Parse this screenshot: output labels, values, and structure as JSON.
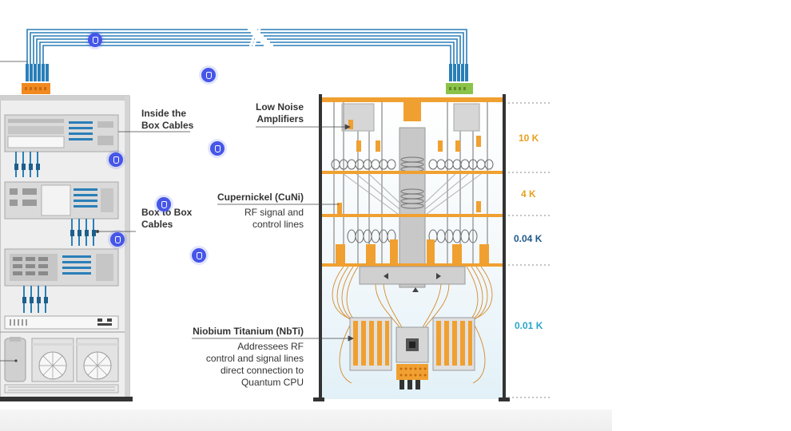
{
  "labels": {
    "inside_cables": [
      "Inside the",
      "Box Cables"
    ],
    "box_to_box": [
      "Box to Box",
      "Cables"
    ],
    "lna": [
      "Low Noise",
      "Amplifiers"
    ],
    "cuni_title": "Cupernickel (CuNi)",
    "cuni_desc": [
      "RF signal and",
      "control lines"
    ],
    "nbti_title": "Niobium Titanium (NbTi)",
    "nbti_desc": [
      "Addressees RF",
      "control and signal lines",
      "direct connection to",
      "Quantum CPU"
    ]
  },
  "temperatures": [
    {
      "label": "10 K",
      "color": "#e8a020"
    },
    {
      "label": "4 K",
      "color": "#e8a020"
    },
    {
      "label": "0.04 K",
      "color": "#1f5a8a"
    },
    {
      "label": "0.01 K",
      "color": "#2aa6c8"
    }
  ],
  "colors": {
    "cable": "#2a7fb8",
    "orange": "#f0a030",
    "rack": "#d8d8d8",
    "hotspot": "#4656e8"
  },
  "hotspots": [
    "info-hotspot"
  ]
}
